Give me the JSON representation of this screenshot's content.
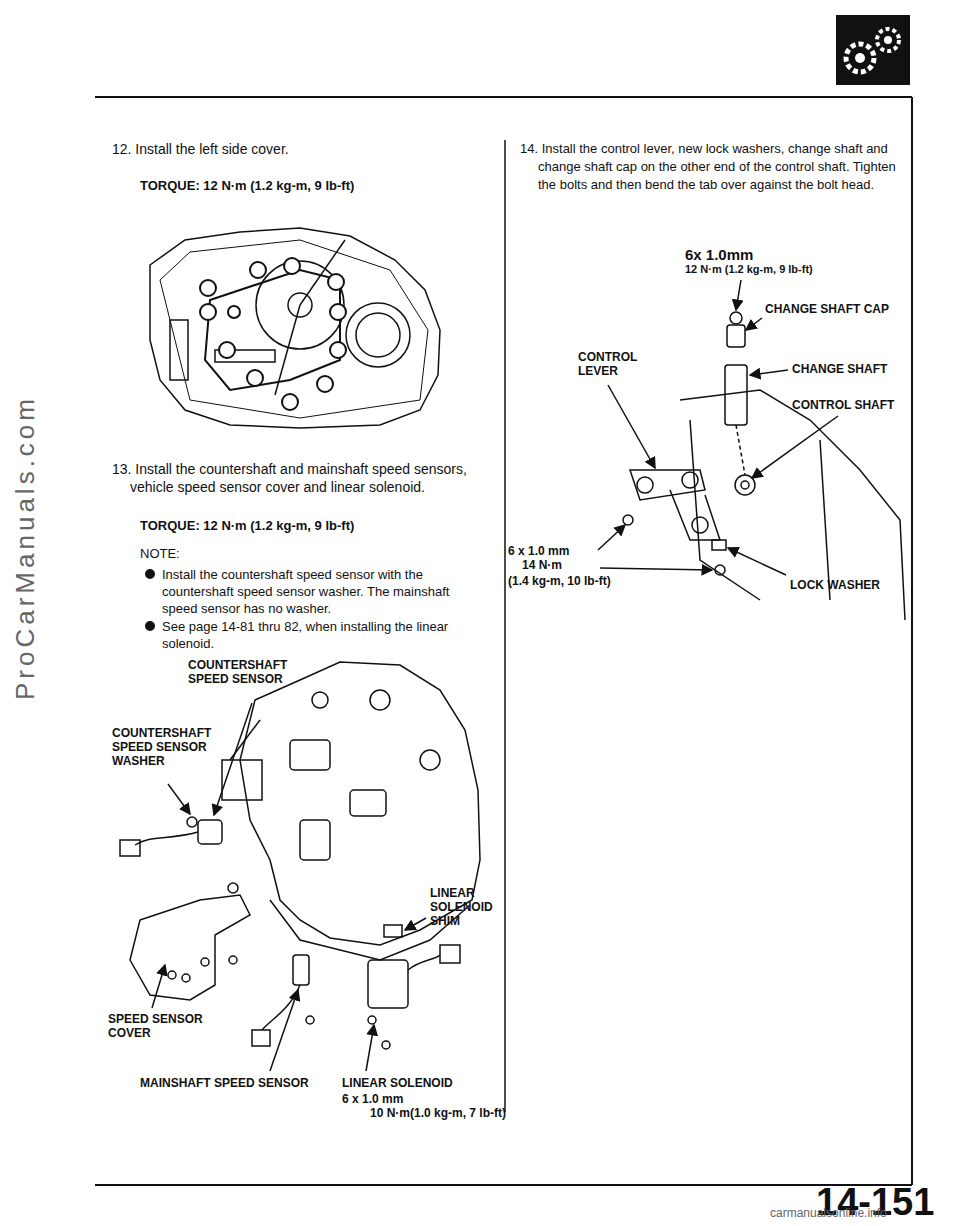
{
  "diagram": {
    "labels": [
      "12. Install the left side cover.",
      "TORQUE: 12 N·m (1.2 kg-m, 9 lb-ft)",
      "13. Install the countershaft and mainshaft speed sensors, vehicle speed sensor cover and linear solenoid.",
      "TORQUE: 12 N·m (1.2 kg-m, 9 lb-ft)",
      "NOTE:",
      "Install the countershaft speed sensor with the countershaft speed sensor washer. The mainshaft speed sensor has no washer.",
      "See page 14-81 thru 82, when installing the linear solenoid.",
      "COUNTERSHAFT SPEED SENSOR",
      "COUNTERSHAFT SPEED SENSOR WASHER",
      "LINEAR SOLENOID SHIM",
      "SPEED SENSOR COVER",
      "MAINSHAFT SPEED SENSOR",
      "LINEAR SOLENOID",
      "6 x 1.0 mm",
      "10 N·m(1.0 kg-m, 7 lb-ft)",
      "14. Install the control lever, new lock washers, change shaft and change shaft cap on the other end of the control shaft. Tighten the bolts and then bend the tab over against the bolt head.",
      "6x 1.0mm",
      "12 N·m (1.2 kg-m, 9 lb-ft)",
      "CHANGE SHAFT CAP",
      "CONTROL LEVER",
      "CHANGE SHAFT",
      "CONTROL SHAFT",
      "6 x 1.0 mm",
      "14 N·m",
      "(1.4 kg-m, 10 lb-ft)",
      "LOCK WASHER",
      "14-151",
      "ProCarManuals.com",
      "carmanualsonline.info"
    ]
  }
}
